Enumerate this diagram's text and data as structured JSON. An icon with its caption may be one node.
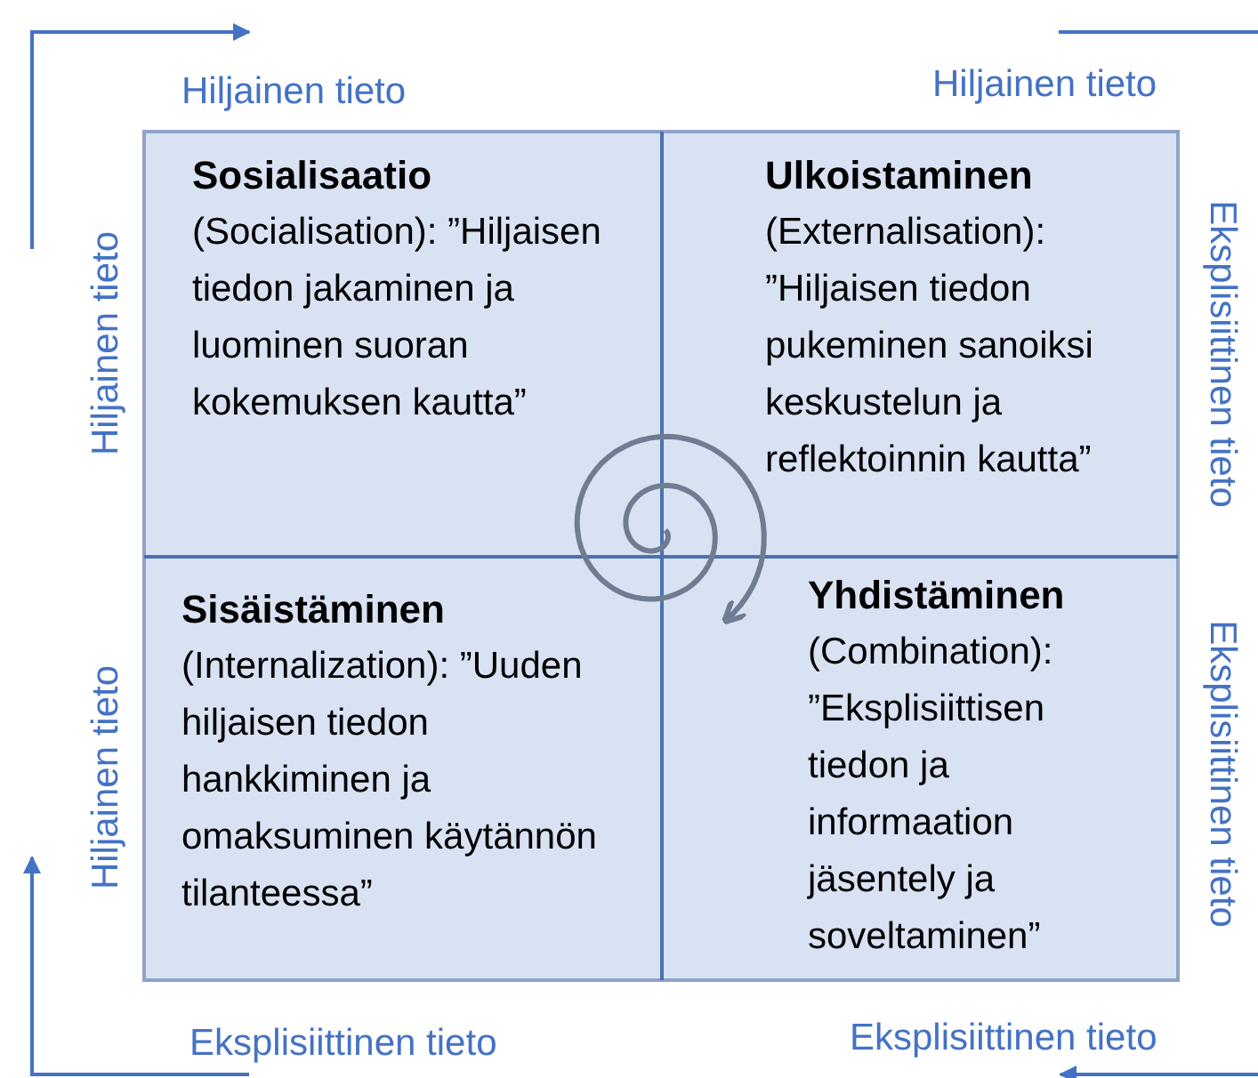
{
  "diagram": {
    "nodes": [
      {
        "text": [
          "Sosialisaatio",
          "(Socialisation): ”Hiljaisen tiedon jakaminen ja luominen suoran kokemuksen kautta”"
        ]
      },
      {
        "text": [
          "Ulkoistaminen",
          "(Externalisation): ”Hiljaisen tiedon pukeminen sanoiksi keskustelun ja reflektoinnin kautta”"
        ]
      },
      {
        "text": [
          "Sisäistäminen",
          "(Internalization): ”Uuden hiljaisen tiedon hankkiminen ja omaksuminen käytännön tilanteessa”"
        ]
      },
      {
        "text": [
          "Yhdistäminen",
          "(Combination): ”Eksplisiittisen tiedon ja informaation jäsentely ja soveltaminen”"
        ]
      }
    ],
    "labels": [
      "Hiljainen tieto",
      "Hiljainen tieto",
      "Hiljainen tieto",
      "Eksplisiittinen tieto",
      "Hiljainen tieto",
      "Eksplisiittinen tieto",
      "Eksplisiittinen tieto",
      "Eksplisiittinen tieto"
    ]
  }
}
